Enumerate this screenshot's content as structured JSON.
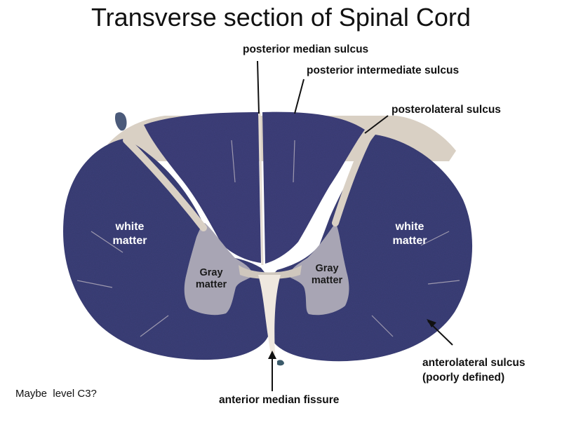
{
  "title": "Transverse section of Spinal Cord",
  "labels": {
    "posterior_median_sulcus": "posterior median sulcus",
    "posterior_intermediate_sulcus": "posterior intermediate sulcus",
    "posterolateral_sulcus": "posterolateral sulcus",
    "anterolateral_sulcus_line1": "anterolateral sulcus",
    "anterolateral_sulcus_line2": "(poorly defined)",
    "anterior_median_fissure": "anterior median fissure"
  },
  "regions": {
    "white_matter_left_l1": "white",
    "white_matter_left_l2": "matter",
    "white_matter_right_l1": "white",
    "white_matter_right_l2": "matter",
    "gray_matter_left_l1": "Gray",
    "gray_matter_left_l2": "matter",
    "gray_matter_right_l1": "Gray",
    "gray_matter_right_l2": "matter"
  },
  "note": "Maybe  level C3?",
  "colors": {
    "white_matter_stain": "#3b3f78",
    "gray_matter_stain": "#a8a5b4",
    "pale_tissue": "#d9d0c4",
    "leader_lines": "#111111"
  }
}
